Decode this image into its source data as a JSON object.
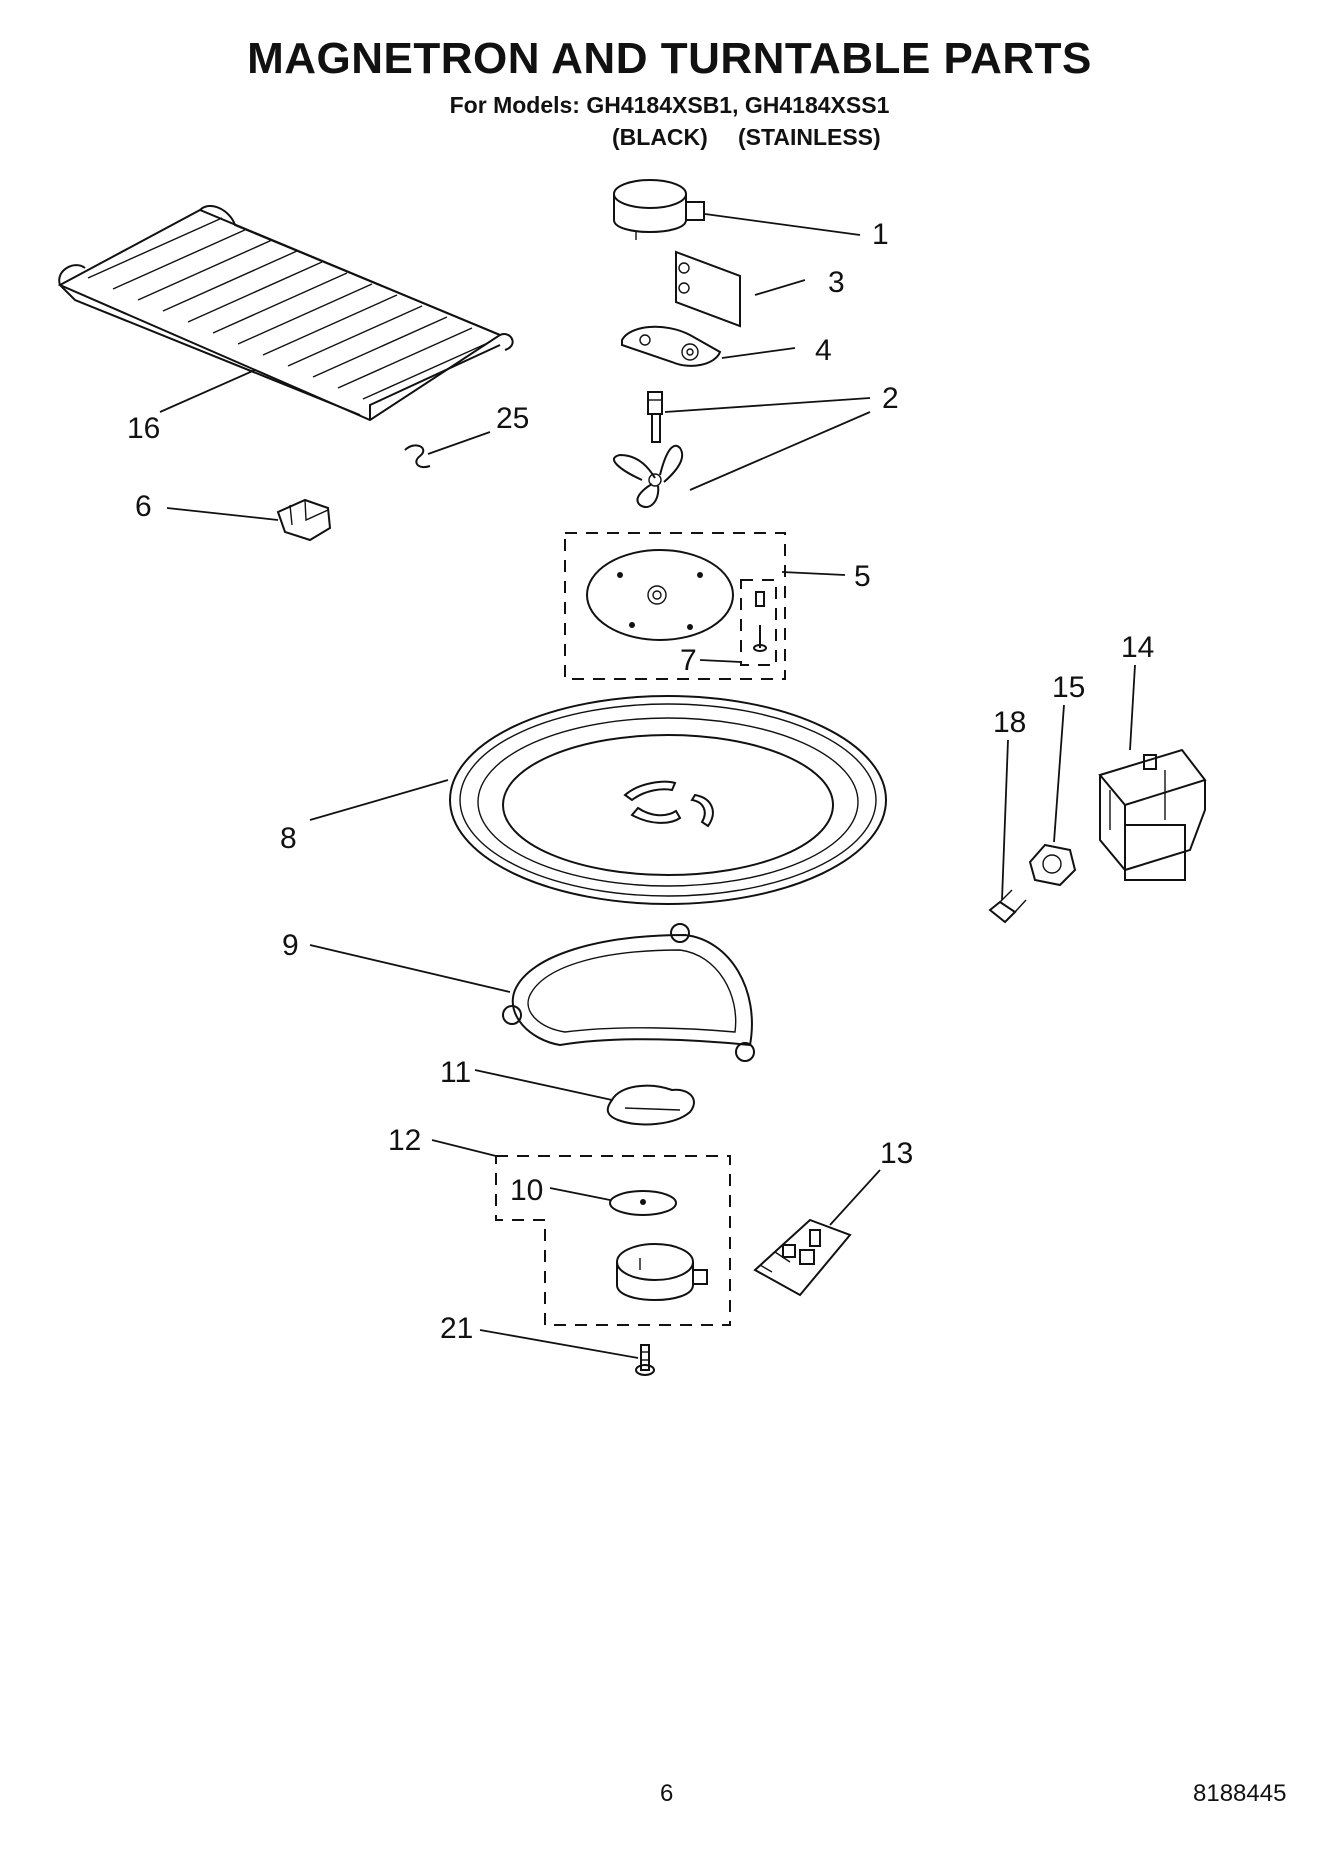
{
  "header": {
    "title": "MAGNETRON AND TURNTABLE PARTS",
    "models": "For Models: GH4184XSB1, GH4184XSS1",
    "variants": [
      "(BLACK)",
      "(STAINLESS)"
    ]
  },
  "callouts": [
    "1",
    "3",
    "4",
    "2",
    "16",
    "25",
    "6",
    "5",
    "7",
    "14",
    "15",
    "18",
    "8",
    "9",
    "11",
    "12",
    "10",
    "13",
    "21"
  ],
  "footer": {
    "page_number": "6",
    "document_number": "8188445"
  }
}
